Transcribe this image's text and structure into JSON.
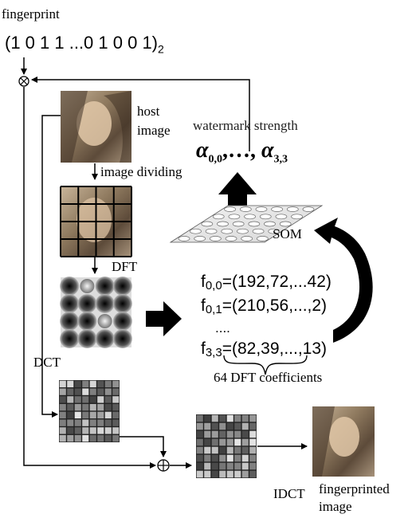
{
  "labels": {
    "fingerprint": "fingerprint",
    "binary": "(1 0 1 1 ...0 1 0 0 1)",
    "binary_base": "2",
    "host_image_line1": "host",
    "host_image_line2": "image",
    "image_dividing": "image dividing",
    "dft": "DFT",
    "dct": "DCT",
    "watermark_strength": "watermark strength",
    "alpha_symbol": "α",
    "alpha_first_sub": "0,0",
    "alpha_sep": ",…,",
    "alpha_last_sub": "3,3",
    "som": "SOM",
    "idct": "IDCT",
    "fingerprinted_line1": "fingerprinted",
    "fingerprinted_line2": "image",
    "coeff_caption": "64 DFT coefficients",
    "f_symbol": "f"
  },
  "vectors": [
    {
      "sub": "0,0",
      "values": "=(192,72,...42)"
    },
    {
      "sub": "0,1",
      "values": "=(210,56,...,2)"
    },
    {
      "sub": "",
      "values": "...."
    },
    {
      "sub": "3,3",
      "values": "=(82,39,...,13)"
    }
  ],
  "symbols": {
    "xor_operator": "⊗",
    "add_operator": "⊕"
  }
}
